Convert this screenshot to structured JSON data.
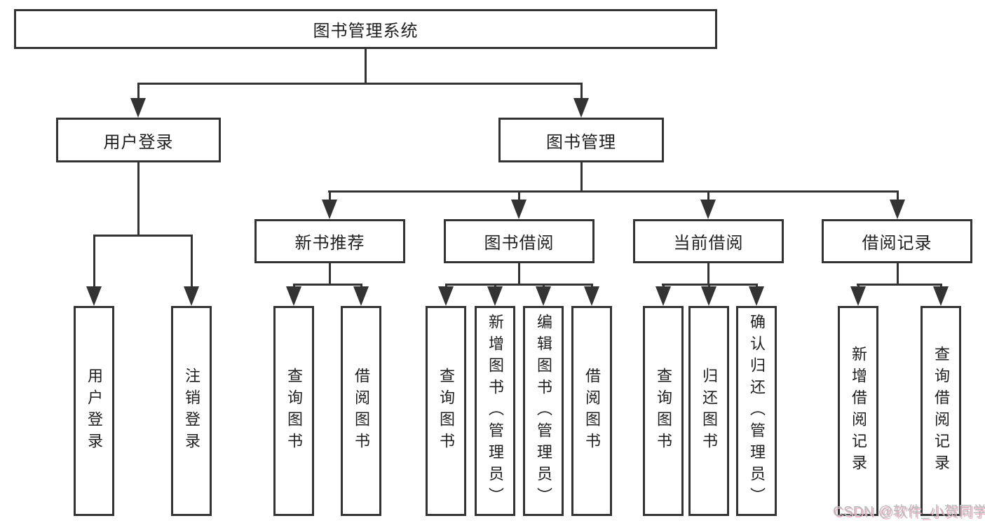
{
  "tree": {
    "label": "图书管理系统",
    "children": [
      {
        "label": "用户登录",
        "children": [
          {
            "label": "用户登录"
          },
          {
            "label": "注销登录"
          }
        ]
      },
      {
        "label": "图书管理",
        "children": [
          {
            "label": "新书推荐",
            "children": [
              {
                "label": "查询图书"
              },
              {
                "label": "借阅图书"
              }
            ]
          },
          {
            "label": "图书借阅",
            "children": [
              {
                "label": "查询图书"
              },
              {
                "label": "新增图书（管理员）"
              },
              {
                "label": "编辑图书（管理员）"
              },
              {
                "label": "借阅图书"
              }
            ]
          },
          {
            "label": "当前借阅",
            "children": [
              {
                "label": "查询图书"
              },
              {
                "label": "归还图书"
              },
              {
                "label": "确认归还（管理员）"
              }
            ]
          },
          {
            "label": "借阅记录",
            "children": [
              {
                "label": "新增借阅记录"
              },
              {
                "label": "查询借阅记录"
              }
            ]
          }
        ]
      }
    ]
  },
  "watermark": {
    "text": "CSDN @软件_小贺同学"
  },
  "colors": {
    "line": "#333333",
    "watermark": "#b7b9bc",
    "watermark_shadow": "#efb2c2"
  }
}
